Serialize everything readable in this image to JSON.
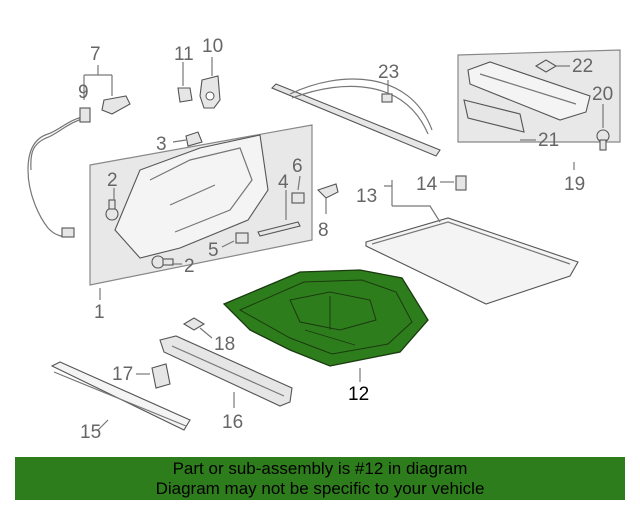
{
  "callouts": {
    "c1": "1",
    "c2a": "2",
    "c2b": "2",
    "c3": "3",
    "c4": "4",
    "c5": "5",
    "c6": "6",
    "c7": "7",
    "c8": "8",
    "c9": "9",
    "c10": "10",
    "c11": "11",
    "c12": "12",
    "c13": "13",
    "c14": "14",
    "c15": "15",
    "c16": "16",
    "c17": "17",
    "c18": "18",
    "c19": "19",
    "c20": "20",
    "c21": "21",
    "c22": "22",
    "c23": "23"
  },
  "highlighted_part": "12",
  "colors": {
    "highlight_fill": "#2e7d1c",
    "footer_bg": "#2e7d1c"
  },
  "footer": {
    "line1": "Part or sub-assembly is #12 in diagram",
    "line2": "Diagram may not be specific to your vehicle"
  }
}
